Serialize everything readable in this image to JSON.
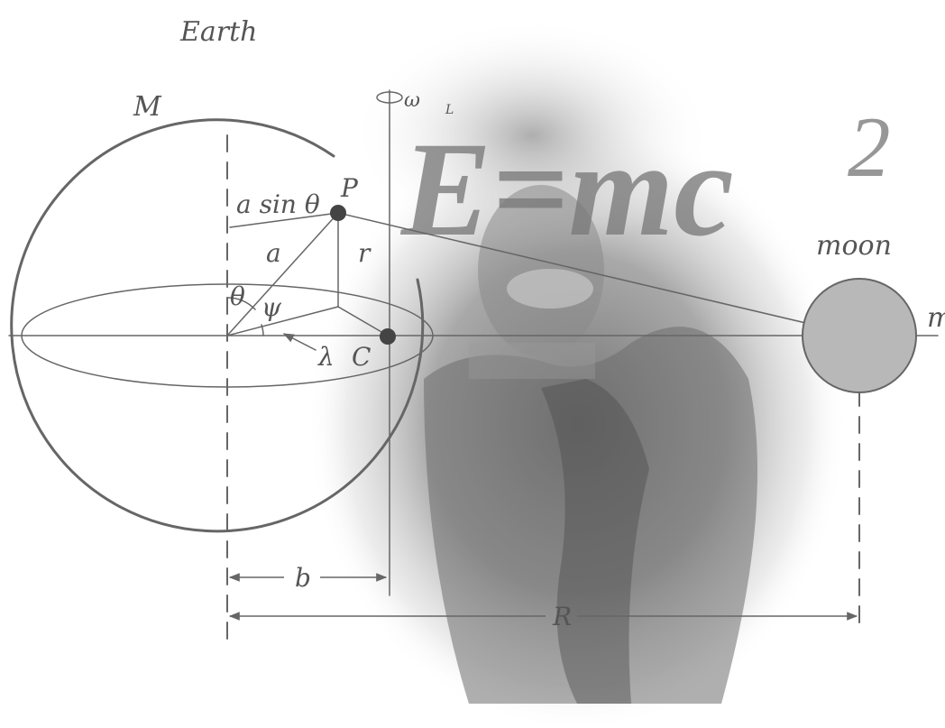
{
  "labels": {
    "earth": "Earth",
    "mass_M": "M",
    "omega": "ω",
    "omega_sub": "L",
    "a_sin_theta": "a sin θ",
    "point_P": "P",
    "a": "a",
    "r": "r",
    "theta": "θ",
    "psi": "ψ",
    "lambda": "λ",
    "point_C": "C",
    "moon": "moon",
    "mass_m": "m",
    "b": "b",
    "R": "R"
  },
  "formula": {
    "text": "E=mc",
    "superscript": "2"
  },
  "colors": {
    "line": "#666666",
    "moon_fill": "#b8b8b8",
    "portrait_shade": "#8a8a8a"
  }
}
